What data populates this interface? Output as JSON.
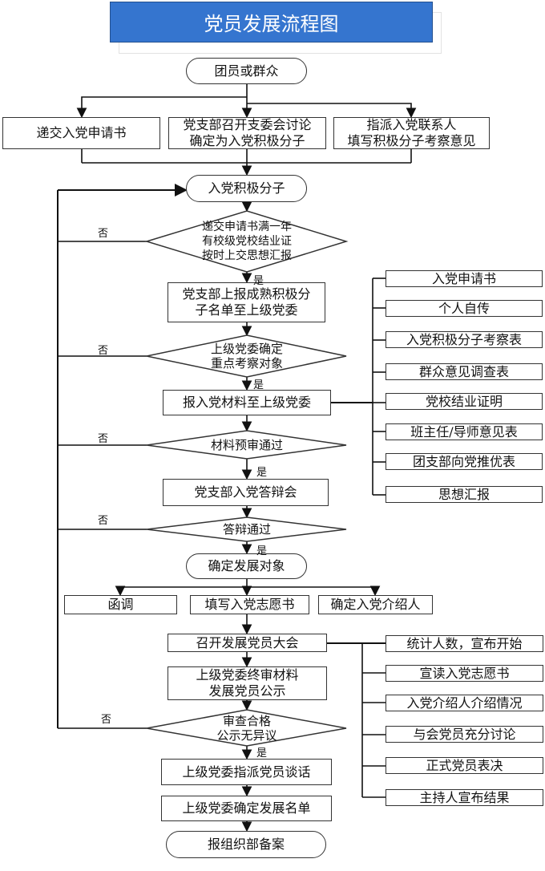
{
  "title": "党员发展流程图",
  "colors": {
    "title_bg": "#3575CF",
    "title_text": "#FFFFFF",
    "line": "#111111"
  },
  "nodes": {
    "start": "团员或群众",
    "step1": [
      "递交入党申请书",
      "党支部召开支委会讨论\n确定为入党积极分子",
      "指派入党联系人\n填写积极分子考察意见"
    ],
    "activist": "入党积极分子",
    "decision1": "递交申请书满一年\n有校级党校结业证\n按时上交思想汇报",
    "report_list": "党支部上报成熟积极分\n子名单至上级党委",
    "decision2": "上级党委确定\n重点考察对象",
    "submit_materials": "报入党材料至上级党委",
    "decision3": "材料预审通过",
    "defense": "党支部入党答辩会",
    "decision4": "答辩通过",
    "candidate": "确定发展对象",
    "step2": [
      "函调",
      "填写入党志愿书",
      "确定入党介绍人"
    ],
    "general_meeting": "召开发展党员大会",
    "final_review": "上级党委终审材料\n发展党员公示",
    "decision5": "审查合格\n公示无异议",
    "talk": "上级党委指派党员谈话",
    "confirm_list": "上级党委确定发展名单",
    "end": "报组织部备案"
  },
  "materials": [
    "入党申请书",
    "个人自传",
    "入党积极分子考察表",
    "群众意见调查表",
    "党校结业证明",
    "班主任/导师意见表",
    "团支部向党推优表",
    "思想汇报"
  ],
  "meeting_steps": [
    "统计人数，宣布开始",
    "宣读入党志愿书",
    "入党介绍人介绍情况",
    "与会党员充分讨论",
    "正式党员表决",
    "主持人宣布结果"
  ],
  "labels": {
    "yes": "是",
    "no": "否"
  }
}
